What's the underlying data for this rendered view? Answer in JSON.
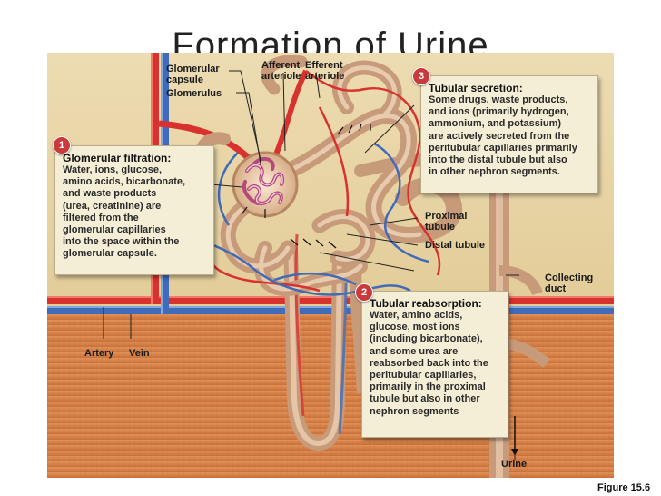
{
  "slide": {
    "title": "Formation of Urine"
  },
  "labels": {
    "glomerular_capsule": "Glomerular\ncapsule",
    "glomerulus": "Glomerulus",
    "afferent_arteriole": "Afferent\narteriole",
    "efferent_arteriole": "Efferent\narteriole",
    "proximal_tubule": "Proximal\ntubule",
    "distal_tubule": "Distal tubule",
    "collecting_duct": "Collecting\nduct",
    "artery": "Artery",
    "vein": "Vein",
    "urine": "Urine"
  },
  "steps": [
    {
      "number": "1",
      "title": "Glomerular filtration:",
      "body": "Water, ions, glucose,\namino acids, bicarbonate,\nand waste products\n(urea, creatinine) are\nfiltered from the\nglomerular capillaries\ninto the space within the\nglomerular capsule."
    },
    {
      "number": "2",
      "title": "Tubular reabsorption:",
      "body": "Water, amino acids,\nglucose, most ions\n(including bicarbonate),\nand some urea are\nreabsorbed back into the\nperitubular capillaries,\nprimarily in the proximal\ntubule but also in other\nnephron segments"
    },
    {
      "number": "3",
      "title": "Tubular secretion:",
      "body": "Some drugs, waste products,\nand ions (primarily hydrogen,\nammonium, and potassium)\nare actively secreted from the\nperitubular capillaries primarily\ninto the distal tubule but also\nin other nephron segments."
    }
  ],
  "figure_number": "Figure 15.6",
  "colors": {
    "cortex": "#e9d6a8",
    "medulla": "#d9834a",
    "tubule": "#cfa17f",
    "artery": "#d8322e",
    "vein": "#3f6bb8",
    "callout_bg": "#f5eed6",
    "badge": "#c93a3a"
  }
}
